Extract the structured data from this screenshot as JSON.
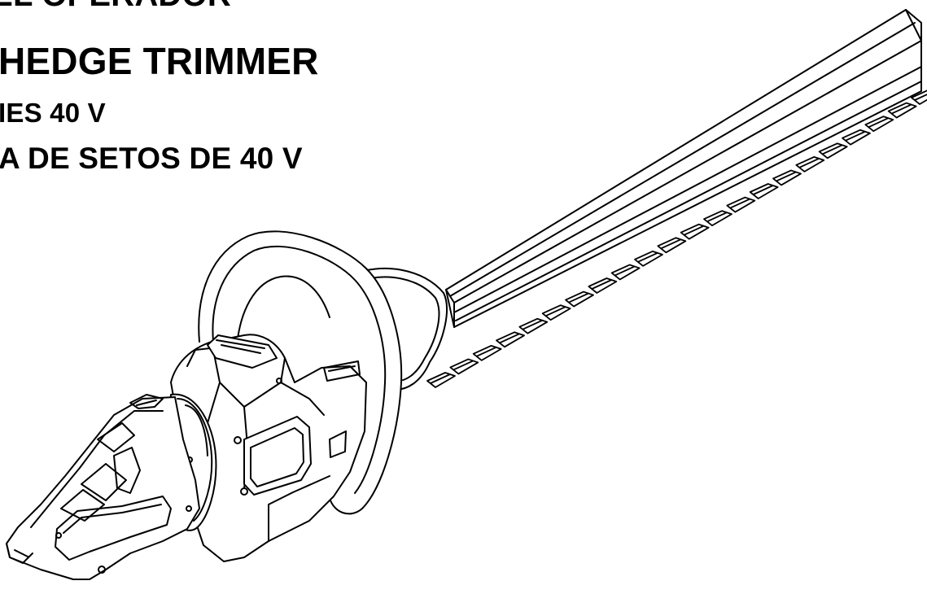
{
  "header": {
    "title_cut": "DEL OPERADOR",
    "product_title": "HEDGE TRIMMER",
    "subtitle_en": "IES 40 V",
    "subtitle_es": "A DE SETOS DE 40 V"
  },
  "illustration": {
    "name": "hedge-trimmer-line-drawing",
    "stroke_color": "#000000",
    "fill_color": "#ffffff"
  }
}
